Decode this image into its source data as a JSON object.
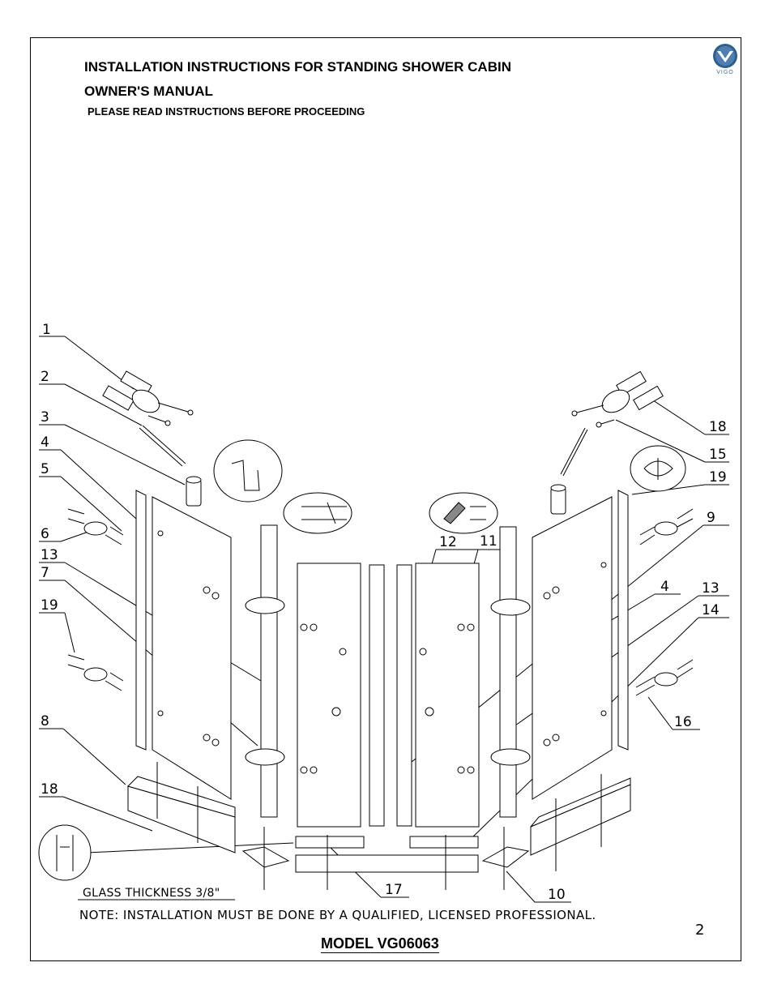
{
  "header": {
    "title": "INSTALLATION INSTRUCTIONS FOR  STANDING SHOWER CABIN",
    "subtitle": "OWNER'S MANUAL",
    "notice": "PLEASE READ INSTRUCTIONS BEFORE PROCEEDING",
    "logo_text": "VIGO"
  },
  "callouts": {
    "n1": "1",
    "n2": "2",
    "n3": "3",
    "n4a": "4",
    "n5": "5",
    "n6": "6",
    "n13a": "13",
    "n7": "7",
    "n19a": "19",
    "n8": "8",
    "n18a": "18",
    "n18b": "18",
    "n15": "15",
    "n19b": "19",
    "n9": "9",
    "n12": "12",
    "n11": "11",
    "n4b": "4",
    "n13b": "13",
    "n14": "14",
    "n16": "16",
    "n17": "17",
    "n10": "10"
  },
  "footer": {
    "glass_thickness": "GLASS THICKNESS 3/8\"",
    "note": "NOTE: INSTALLATION MUST BE DONE BY A QUALIFIED, LICENSED PROFESSIONAL.",
    "page_number": "2",
    "model": "MODEL VG06063"
  },
  "colors": {
    "line": "#000000",
    "logo_blue": "#2f5f8f"
  }
}
